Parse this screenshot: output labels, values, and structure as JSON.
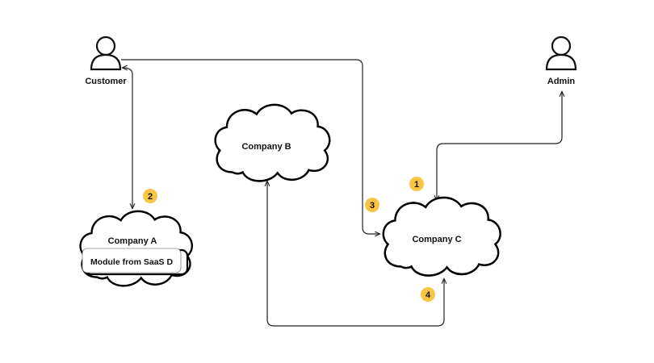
{
  "actors": {
    "customer": {
      "label": "Customer",
      "icon": "user-icon"
    },
    "admin": {
      "label": "Admin",
      "icon": "user-icon"
    }
  },
  "clouds": {
    "company_a": {
      "label": "Company A",
      "module": "Module from SaaS D"
    },
    "company_b": {
      "label": "Company B"
    },
    "company_c": {
      "label": "Company C"
    }
  },
  "badges": [
    {
      "id": "1",
      "label": "1"
    },
    {
      "id": "2",
      "label": "2"
    },
    {
      "id": "3",
      "label": "3"
    },
    {
      "id": "4",
      "label": "4"
    }
  ],
  "colors": {
    "badge": "#fac544",
    "stroke": "#000000",
    "connector": "#222222"
  }
}
